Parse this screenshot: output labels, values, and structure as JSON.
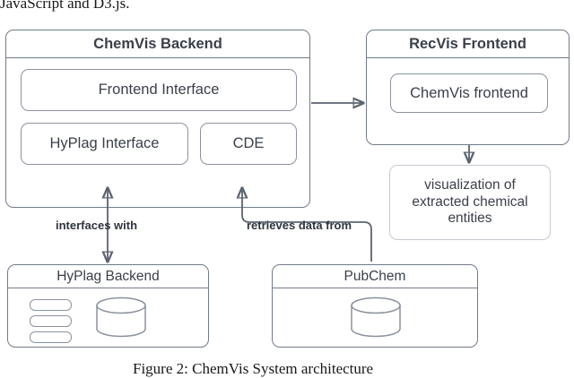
{
  "page": {
    "preceding_text": "JavaScript and D3.js.",
    "caption": "Figure 2: ChemVis System architecture"
  },
  "diagram": {
    "title": "ChemVis System architecture",
    "colors": {
      "border": "#727a8a",
      "border_soft": "#9aa1ad",
      "text": "#3a3f4a",
      "connector": "#5c6370",
      "background": "#ffffff"
    },
    "nodes": [
      {
        "id": "chemvis-backend",
        "label": "ChemVis Backend",
        "type": "container",
        "children": [
          {
            "id": "frontend-interface",
            "label": "Frontend Interface"
          },
          {
            "id": "hyplag-interface",
            "label": "HyPlag Interface"
          },
          {
            "id": "cde",
            "label": "CDE"
          }
        ]
      },
      {
        "id": "recvis-frontend",
        "label": "RecVis Frontend",
        "type": "container",
        "children": [
          {
            "id": "chemvis-frontend",
            "label": "ChemVis frontend"
          }
        ]
      },
      {
        "id": "visualization",
        "label": "visualization of extracted chemical entities",
        "type": "output"
      },
      {
        "id": "hyplag-backend",
        "label": "HyPlag Backend",
        "type": "system",
        "contents": {
          "list_items": 3,
          "database": "cylinder"
        }
      },
      {
        "id": "pubchem",
        "label": "PubChem",
        "type": "system",
        "contents": {
          "database": "cylinder"
        }
      }
    ],
    "edges": [
      {
        "id": "backend-to-frontend",
        "from": "chemvis-backend",
        "to": "recvis-frontend",
        "label": "",
        "arrow": "single"
      },
      {
        "id": "frontend-to-visualization",
        "from": "recvis-frontend",
        "to": "visualization",
        "label": "",
        "arrow": "single"
      },
      {
        "id": "hyplag-link",
        "from": "hyplag-interface",
        "to": "hyplag-backend",
        "label": "interfaces with",
        "arrow": "double"
      },
      {
        "id": "pubchem-link",
        "from": "pubchem",
        "to": "cde",
        "label": "retrieves data from",
        "arrow": "single"
      }
    ]
  }
}
